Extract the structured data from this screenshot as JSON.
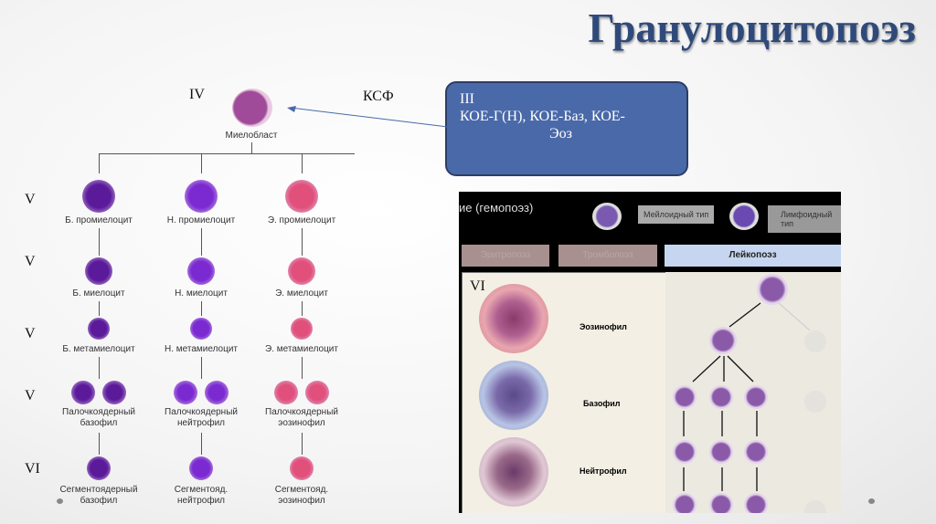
{
  "title": "Гранулоцитопоэз",
  "roman": {
    "iv": "IV",
    "v1": "V",
    "v2": "V",
    "v3": "V",
    "v4": "V",
    "vi": "VI",
    "vi_photo": "VI"
  },
  "ksf": "КСФ",
  "box": {
    "line1": "III",
    "line2": "КОЕ-Г(Н), КОЕ-Баз, КОЕ-",
    "line3": "Эоз"
  },
  "myeloblast": "Миелобласт",
  "columns": [
    {
      "labels": [
        "Б. промиелоцит",
        "Б. миелоцит",
        "Б. метамиелоцит",
        "Палочкоядерный",
        "базофил",
        "Сегментоядерный",
        "базофил"
      ],
      "color": "#5a1a9a"
    },
    {
      "labels": [
        "Н. промиелоцит",
        "Н. миелоцит",
        "Н. метамиелоцит",
        "Палочкоядерный",
        "нейтрофил",
        "Сегментояд.",
        "нейтрофил"
      ],
      "color": "#7a2ad0"
    },
    {
      "labels": [
        "Э. промиелоцит",
        "Э. миелоцит",
        "Э. метамиелоцит",
        "Палочкоядерный",
        "эозинофил",
        "Сегментояд.",
        "эозинофил"
      ],
      "color": "#e0507a"
    }
  ],
  "photo": {
    "header": "ие (гемопоэз)",
    "myeloid": "Мейлоидный тип",
    "lymphoid": "Лимфоидный тип",
    "tab1": "Эритропоэз",
    "tab2": "Тромбопоэз",
    "tab3": "Лейкопоэз",
    "cells": [
      "Эозинофил",
      "Базофил",
      "Нейтрофил"
    ]
  }
}
